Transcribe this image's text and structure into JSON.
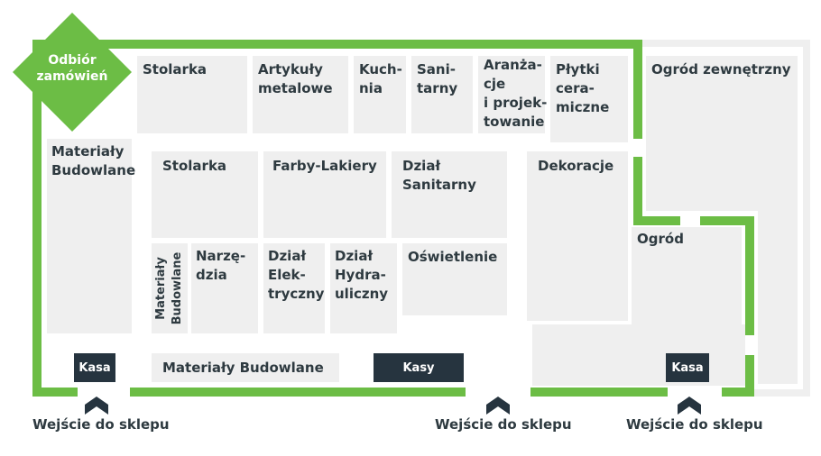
{
  "pickup": {
    "label": "Odbiór\nzamówień"
  },
  "departments": {
    "stolarka_top": "Stolarka",
    "artykuly_metalowe": "Artykuły\nmetalowe",
    "kuchnia": "Kuch-\nnia",
    "sanitarny_top": "Sani-\ntarny",
    "aranzacje": "Aranża-\ncje\ni projek-\ntowanie",
    "plytki": "Płytki\ncera-\nmiczne",
    "ogrod_zewnetrzny": "Ogród zewnętrzny",
    "materialy_budowlane_left": "Materiały\nBudowlane",
    "stolarka_mid": "Stolarka",
    "farby_lakiery": "Farby-Lakiery",
    "dzial_sanitarny": "Dział\nSanitarny",
    "dekoracje": "Dekoracje",
    "ogrod": "Ogród",
    "materialy_budowlane_vertical": "Materiały\nBudowlane",
    "narzedzia": "Narzę-\ndzia",
    "dzial_elektryczny": "Dział\nElek-\ntryczny",
    "dzial_hydrauliczny": "Dział\nHydra-\nuliczny",
    "oswietlenie": "Oświetlenie",
    "materialy_budowlane_bottom": "Materiały Budowlane"
  },
  "checkouts": {
    "kasa_left": "Kasa",
    "kasy_center": "Kasy",
    "kasa_right": "Kasa"
  },
  "entrances": {
    "left": "Wejście do sklepu",
    "center": "Wejście do sklepu",
    "right": "Wejście do sklepu"
  },
  "colors": {
    "wall": "#6cbd45",
    "department": "#efefef",
    "checkout": "#26343f",
    "text": "#2e3a40"
  }
}
